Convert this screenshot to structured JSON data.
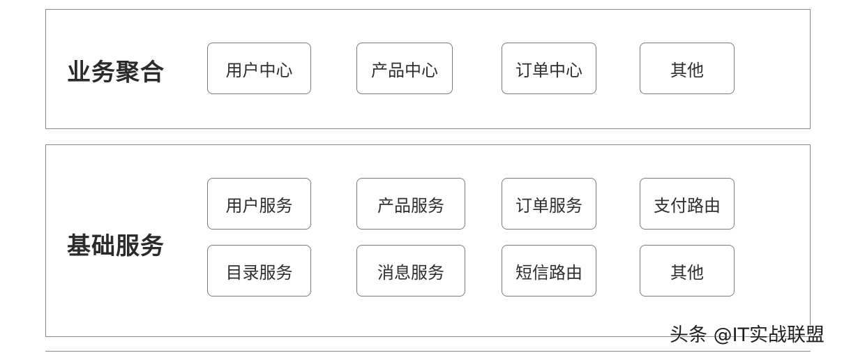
{
  "layers": [
    {
      "title": "业务聚合",
      "modules": [
        "用户中心",
        "产品中心",
        "订单中心",
        "其他"
      ]
    },
    {
      "title": "基础服务",
      "modules": [
        "用户服务",
        "产品服务",
        "订单服务",
        "支付路由",
        "目录服务",
        "消息服务",
        "短信路由",
        "其他"
      ]
    }
  ],
  "watermark": "头条 @IT实战联盟"
}
